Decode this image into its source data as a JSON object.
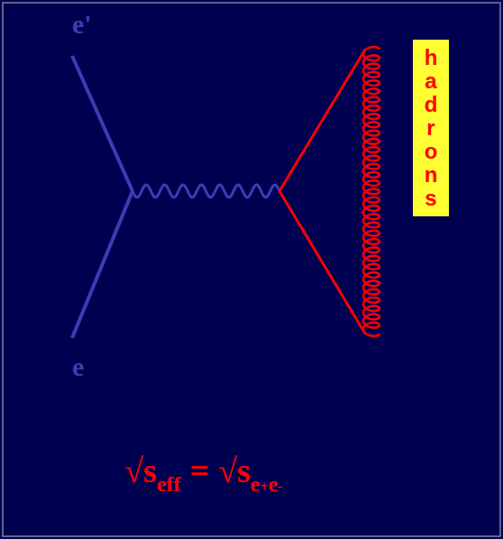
{
  "diagram": {
    "nodes": [
      {
        "text": [
          "hadrons"
        ]
      }
    ],
    "labels": [
      "e'",
      "e",
      "√s",
      "eff",
      "=",
      "√s",
      "e",
      "+",
      "e",
      "-"
    ]
  }
}
